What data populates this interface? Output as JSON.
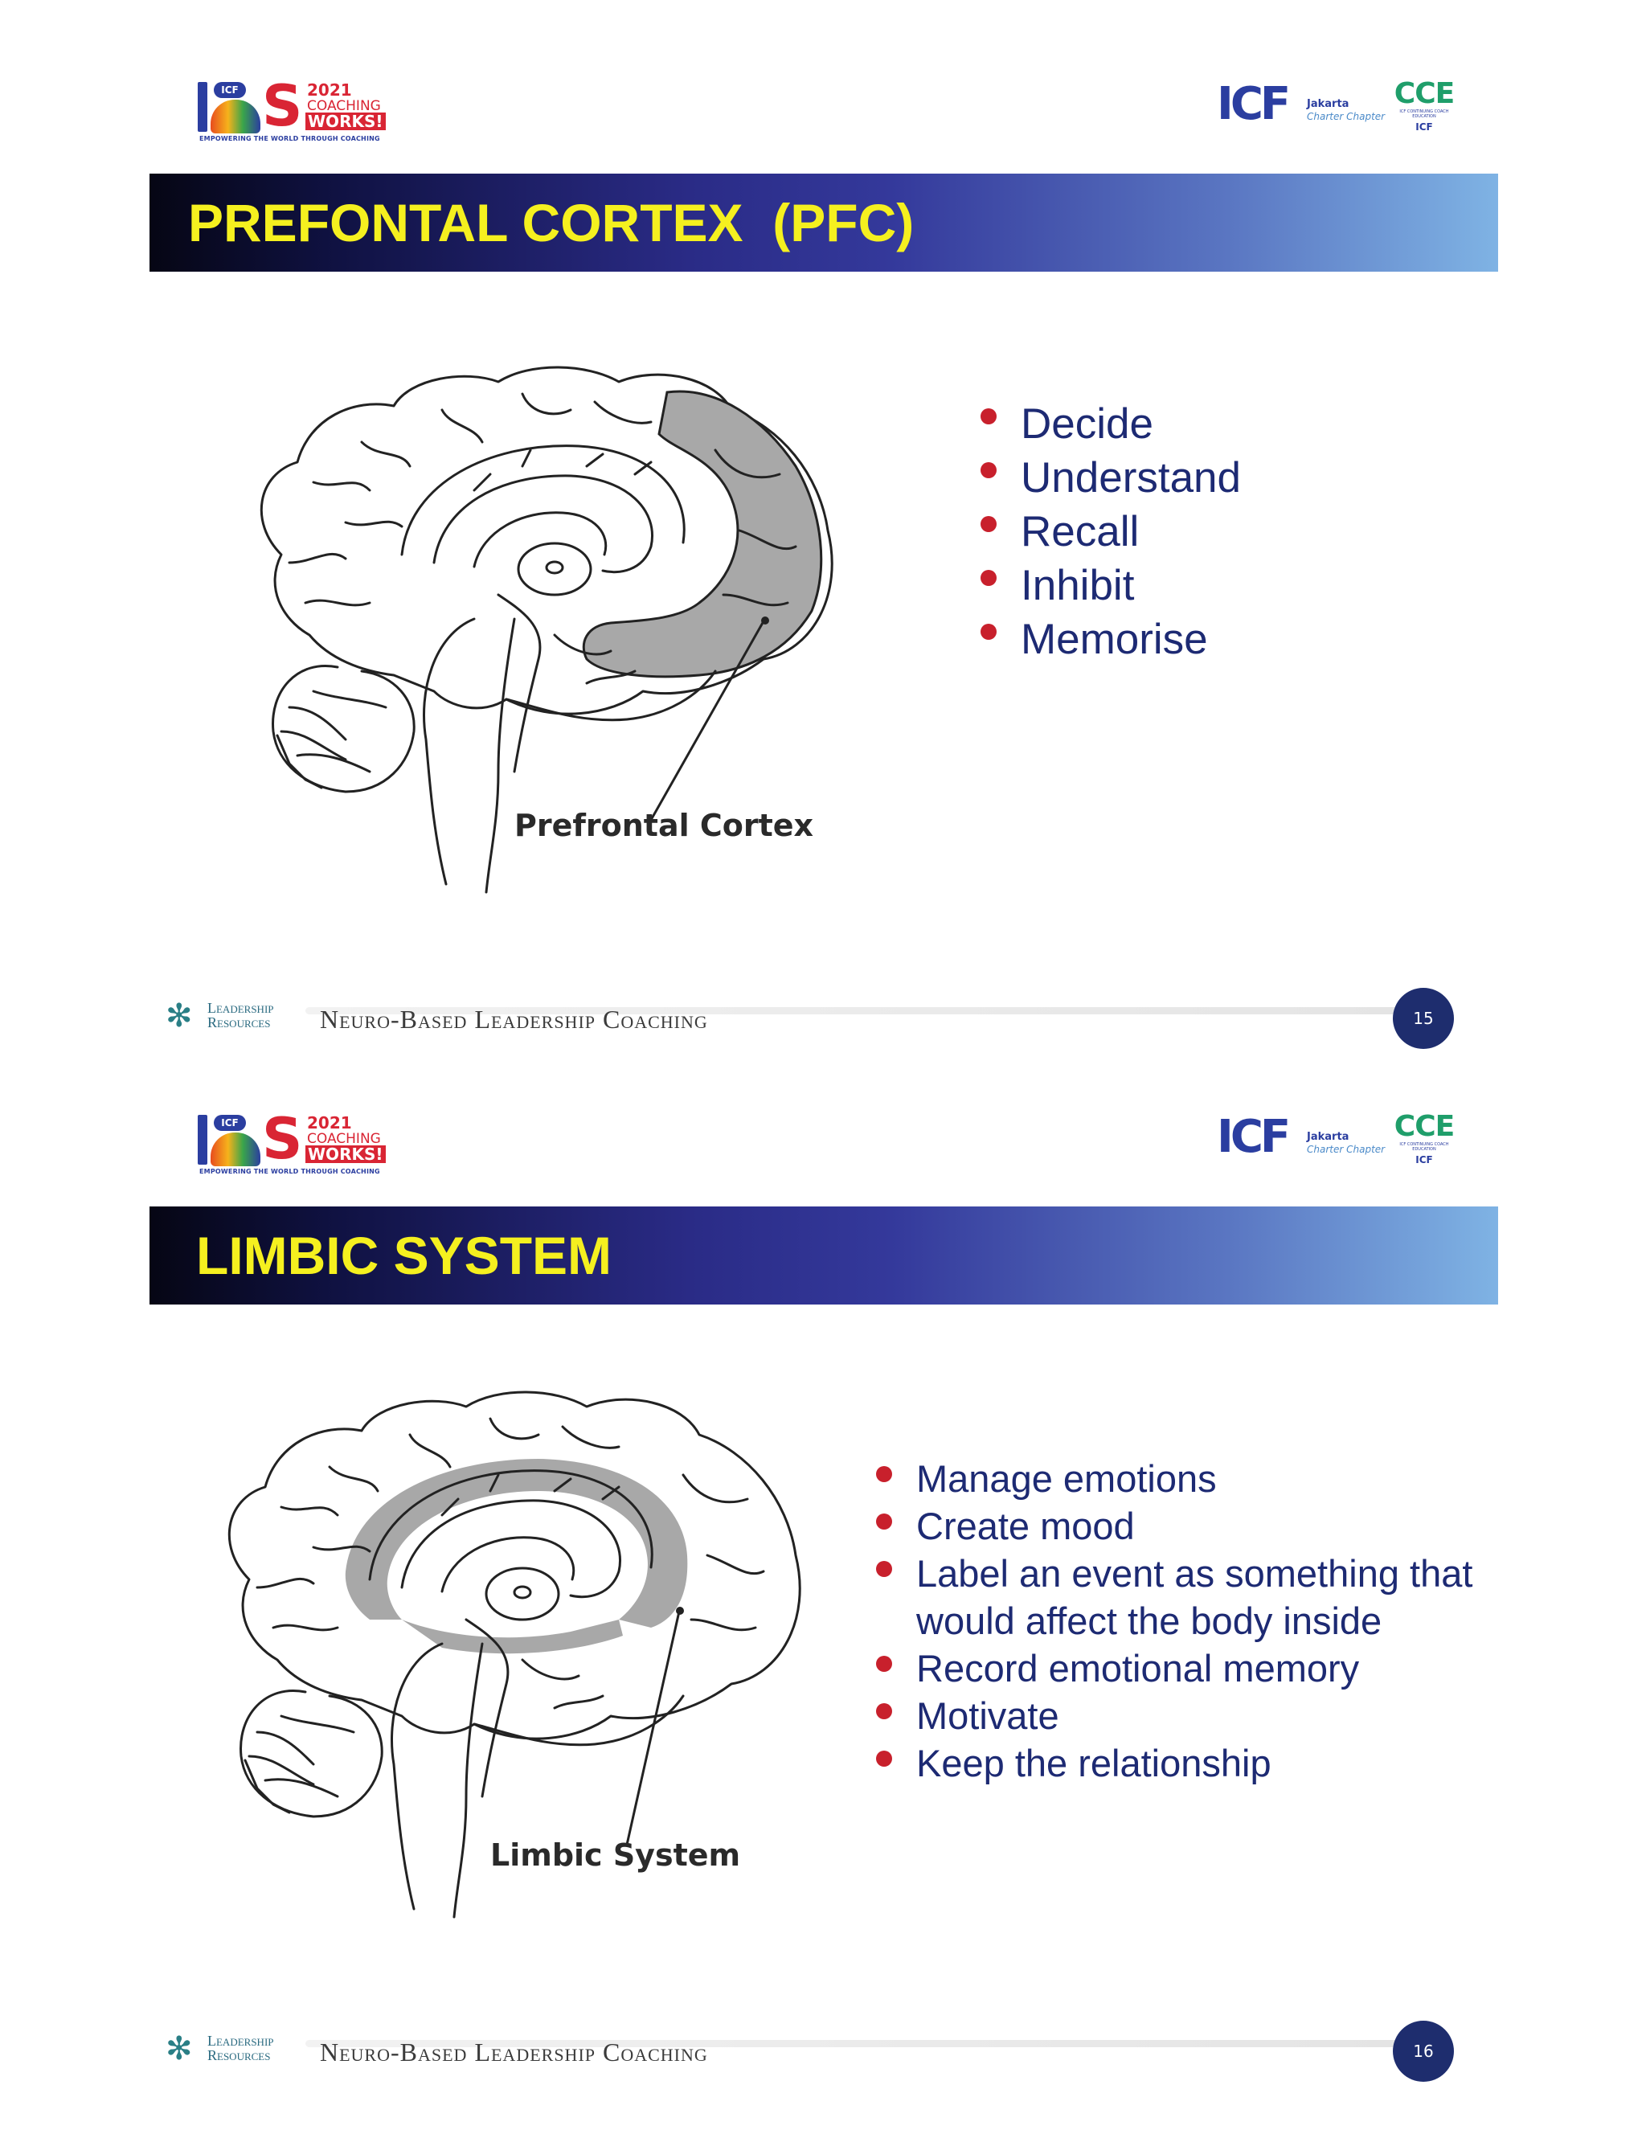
{
  "header": {
    "event_logo": {
      "badge": "ICF",
      "letter": "S",
      "year": "2021",
      "line1": "COACHING",
      "line2": "WORKS!",
      "tagline": "EMPOWERING THE WORLD THROUGH COACHING"
    },
    "icf_logo": {
      "mark": "ICF",
      "chapter_name": "Jakarta",
      "chapter_type": "Charter Chapter"
    },
    "cce_logo": {
      "mark": "CCE",
      "subtitle": "ICF CONTINUING COACH EDUCATION",
      "brand": "ICF"
    }
  },
  "footer": {
    "org_line1": "Leadership",
    "org_line2": "Resources",
    "course_title": "Neuro-Based Leadership Coaching"
  },
  "colors": {
    "title_text": "#f5f01f",
    "bullet_text": "#1d2a73",
    "bullet_dot": "#c8202c",
    "page_badge": "#1e2d6e",
    "highlight_region": "#a8a8a8"
  },
  "slides": [
    {
      "title": "PREFONTAL CORTEX  (PFC)",
      "figure_label": "Prefrontal Cortex",
      "highlighted_region": "prefrontal cortex",
      "bullets": [
        "Decide",
        "Understand",
        "Recall",
        "Inhibit",
        "Memorise"
      ],
      "page_number": "15"
    },
    {
      "title": "LIMBIC SYSTEM",
      "figure_label": "Limbic System",
      "highlighted_region": "limbic system",
      "bullets": [
        "Manage emotions",
        "Create mood",
        "Label an event as something that would affect the body inside",
        "Record emotional memory",
        "Motivate",
        "Keep the relationship"
      ],
      "page_number": "16"
    }
  ]
}
